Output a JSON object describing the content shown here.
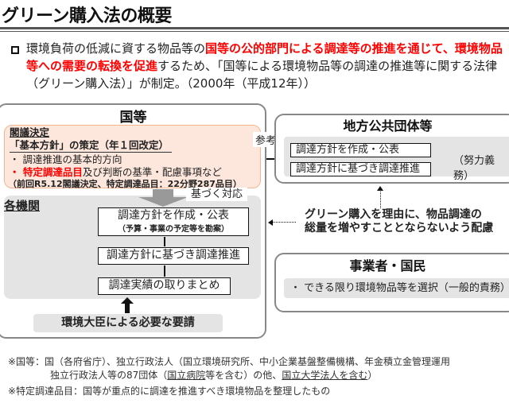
{
  "title": "グリーン購入法の概要",
  "intro": {
    "part1": "環境負荷の低減に資する物品等の",
    "red1": "国等の公的部門による調達等の推進を通じて、環境物品等への需要の転換を促進",
    "part2": "するため、「国等による環境物品等の調達の推進等に関する法律（グリーン購入法）」が制定。（2000年（平成12年））"
  },
  "kuni": {
    "heading": "国等",
    "cabinet": "閣議決定",
    "policy": "「基本方針」の策定（年１回改定）",
    "item1": "・ 調達推進の基本的方向",
    "item2_bullet": "・ ",
    "item2_red": "特定調達品目",
    "item2_rest": "及び判断の基準・配慮事項など",
    "note": "（前回R5.12閣議決定、特定調達品目：22分野287品目）",
    "based": "基づく対応",
    "agencies": "各機関",
    "step1": "調達方針を作成・公表",
    "step1_sub": "（予算・事業の予定等を勘案）",
    "step2": "調達方針に基づき調達推進",
    "step3": "調達実績の取りまとめ",
    "request": "環境大臣による必要な要請"
  },
  "reference": "参考",
  "local": {
    "heading": "地方公共団体等",
    "step1": "調達方針を作成・公表",
    "step2": "調達方針に基づき調達推進",
    "duty": "（努力義務）"
  },
  "caution": [
    "グリーン購入を理由に、物品調達の",
    "総量を増やすこととならないよう配慮"
  ],
  "business": {
    "heading": "事業者・国民",
    "item": "・ できる限り環境物品等を選択（一般的責務）"
  },
  "footnotes": {
    "f1a": "※国等：国（各府省庁）、独立行政法人（国立環境研究所、中小企業基盤整備機構、年金積立金管理運用",
    "f1b": "独立行政法人等の87団体（",
    "f1c": "国立病院",
    "f1d": "等を含む）の他、",
    "f1e": "国立大学法人を含む",
    "f1f": "）",
    "f2": "※特定調達品目：国等が重点的に調達を推進すべき環境物品を整理したもの"
  }
}
